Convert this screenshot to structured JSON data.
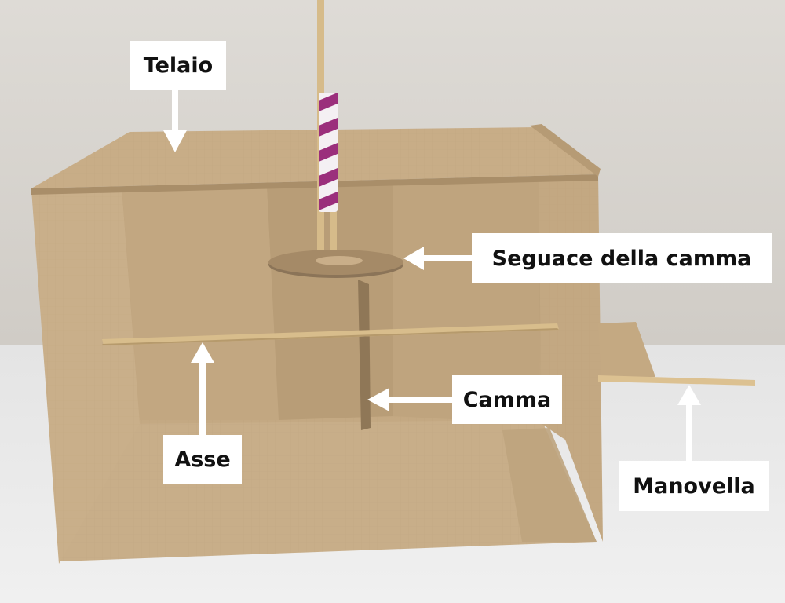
{
  "labels": {
    "frame": "Telaio",
    "cam_follower": "Seguace della camma",
    "cam": "Camma",
    "axle": "Asse",
    "crank": "Manovella"
  },
  "colors": {
    "wall": "#dcd9d4",
    "table": "#ececec",
    "cardboard": "#c7ad88",
    "cardboard_dark": "#a58a65",
    "dowel": "#d8bd8c",
    "straw_stripe": "#9b2f7c",
    "label_bg": "#ffffff",
    "arrow": "#ffffff"
  }
}
